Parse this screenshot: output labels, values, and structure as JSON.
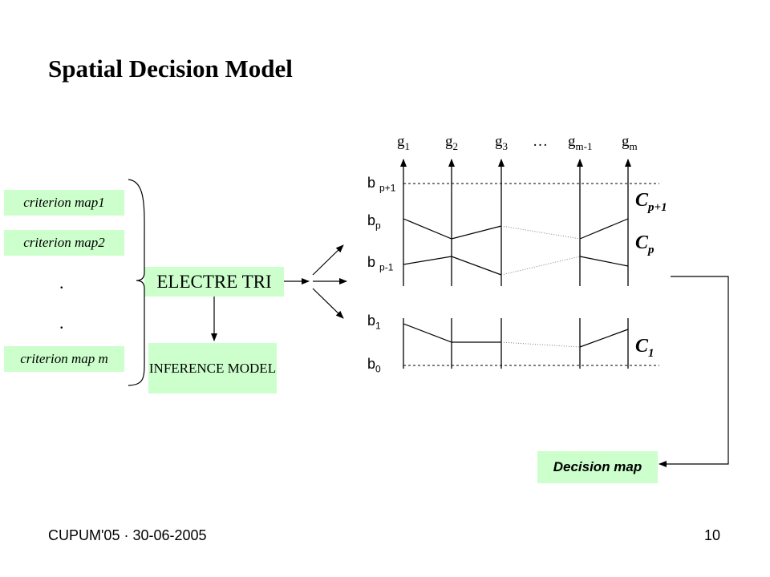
{
  "title": "Spatial Decision Model",
  "inputs": {
    "criterion_map_1": "criterion map1",
    "criterion_map_2": "criterion map2",
    "dot_1": ".",
    "dot_2": ".",
    "criterion_map_m": "criterion map m"
  },
  "electre_tri": "ELECTRE TRI",
  "inference_model": "INFERENCE MODEL",
  "decision_map": "Decision map",
  "criteria_axes": [
    {
      "base": "g",
      "sub": "1"
    },
    {
      "base": "g",
      "sub": "2"
    },
    {
      "base": "g",
      "sub": "3"
    },
    {
      "base": "…",
      "sub": ""
    },
    {
      "base": "g",
      "sub": "m-1"
    },
    {
      "base": "g",
      "sub": "m"
    }
  ],
  "profiles": [
    {
      "base": "b",
      "sub": "p+1"
    },
    {
      "base": "b",
      "sub": "p"
    },
    {
      "base": "b",
      "sub": "p-1"
    },
    {
      "base": "b",
      "sub": "1"
    },
    {
      "base": "b",
      "sub": "0"
    }
  ],
  "categories": [
    {
      "base": "C",
      "sub": "p+1"
    },
    {
      "base": "C",
      "sub": "p"
    },
    {
      "base": "C",
      "sub": "1"
    }
  ],
  "footer": {
    "left": "CUPUM'05 · 30-06-2005",
    "page_number": "10"
  },
  "colors": {
    "box_fill": "#ccffcc",
    "line": "#000000",
    "dotted_line": "#808080"
  }
}
